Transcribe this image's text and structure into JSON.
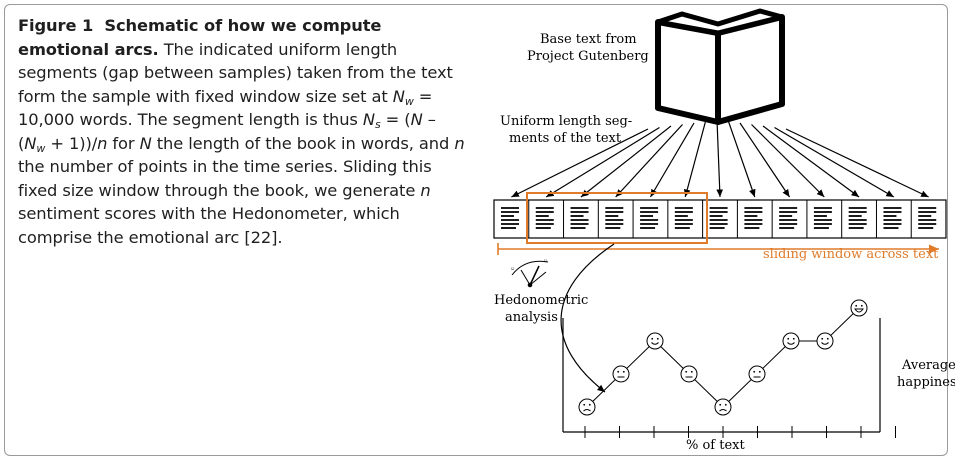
{
  "caption": {
    "figure_label": "Figure 1",
    "title": "Schematic of how we compute emotional arcs.",
    "seg1": " The indicated uniform length segments (gap between samples) taken from the text form the sample with fixed window size set at ",
    "nw_var": "N",
    "nw_sub": "w",
    "seg2": " = 10,000 words. The segment length is thus ",
    "ns_var": "N",
    "ns_sub": "s",
    "seg3": " = (",
    "n1": "N",
    "seg4": " – (",
    "n2": "N",
    "n2_sub": "w",
    "seg5": " + 1))/",
    "n3": "n",
    "seg6": " for ",
    "n4": "N",
    "seg7": " the length of the book in words, and ",
    "n5": "n",
    "seg8": " the number of points in the time series. Sliding this fixed size window through the book, we generate ",
    "n6": "n",
    "seg9": " sentiment scores with the Hedonometer, which comprise the emotional arc [22]."
  },
  "figure": {
    "book_label_line1": "Base text from",
    "book_label_line2": "Project Gutenberg",
    "segments_label_line1": "Uniform length seg-",
    "segments_label_line2": "ments of the text",
    "sliding_label": "sliding window across text",
    "hedonometer_label_line1": "Hedonometric",
    "hedonometer_label_line2": "analysis",
    "y_label_line1": "Average",
    "y_label_line2": "happiness",
    "x_label": "% of text",
    "colors": {
      "window": "#e07b2a",
      "ink": "#000000"
    }
  },
  "chart_data": {
    "type": "line",
    "xlabel": "% of text",
    "ylabel": "Average happiness",
    "series": [
      {
        "values": [
          1,
          3,
          5,
          3,
          1,
          3,
          5,
          5,
          7
        ],
        "moods": [
          "sad",
          "neutral",
          "happy",
          "neutral",
          "sad",
          "neutral",
          "happy",
          "happy",
          "very-happy"
        ]
      }
    ]
  }
}
